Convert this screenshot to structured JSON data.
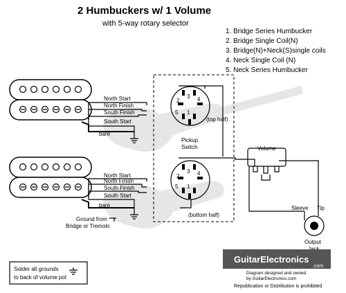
{
  "title": "2 Humbuckers w/ 1 Volume",
  "subtitle": "with 5-way rotary selector",
  "positions": [
    "1. Bridge Series Humbucker",
    "2. Bridge Single Coil(N)",
    "3. Bridge(N)+Neck(S)single coils",
    "4. Neck Single Coil (N)",
    "5. Neck Series Humbucker"
  ],
  "bridge_wires": [
    "North Start",
    "North Finish",
    "South Finish",
    "South Start",
    "bare"
  ],
  "neck_wires": [
    "North Start",
    "North Finish",
    "South Finish",
    "South Start",
    "bare"
  ],
  "switch": {
    "label": "Pickup Switch",
    "top_half": "(top half)",
    "bottom_half": "(bottom half)",
    "contact_numbers": [
      "1",
      "2",
      "3",
      "4",
      "5"
    ]
  },
  "volume_label": "Volume",
  "jack": {
    "sleeve": "Sleeve",
    "tip": "Tip",
    "label": "Output Jack"
  },
  "ground_note": "Ground from Bridge or Tremolo",
  "solder_note": "Solder all grounds to back of volume pot",
  "brand": {
    "logo": "GuitarElectronics",
    "logo_tld": ".com",
    "line1": "Diagram designed and owned",
    "line2": "by GuitarElectronics.com",
    "line3": "Republication or Distribution is prohibited"
  },
  "colors": {
    "ink": "#000000",
    "background": "#ffffff",
    "watermark": "#e6e6e6"
  }
}
